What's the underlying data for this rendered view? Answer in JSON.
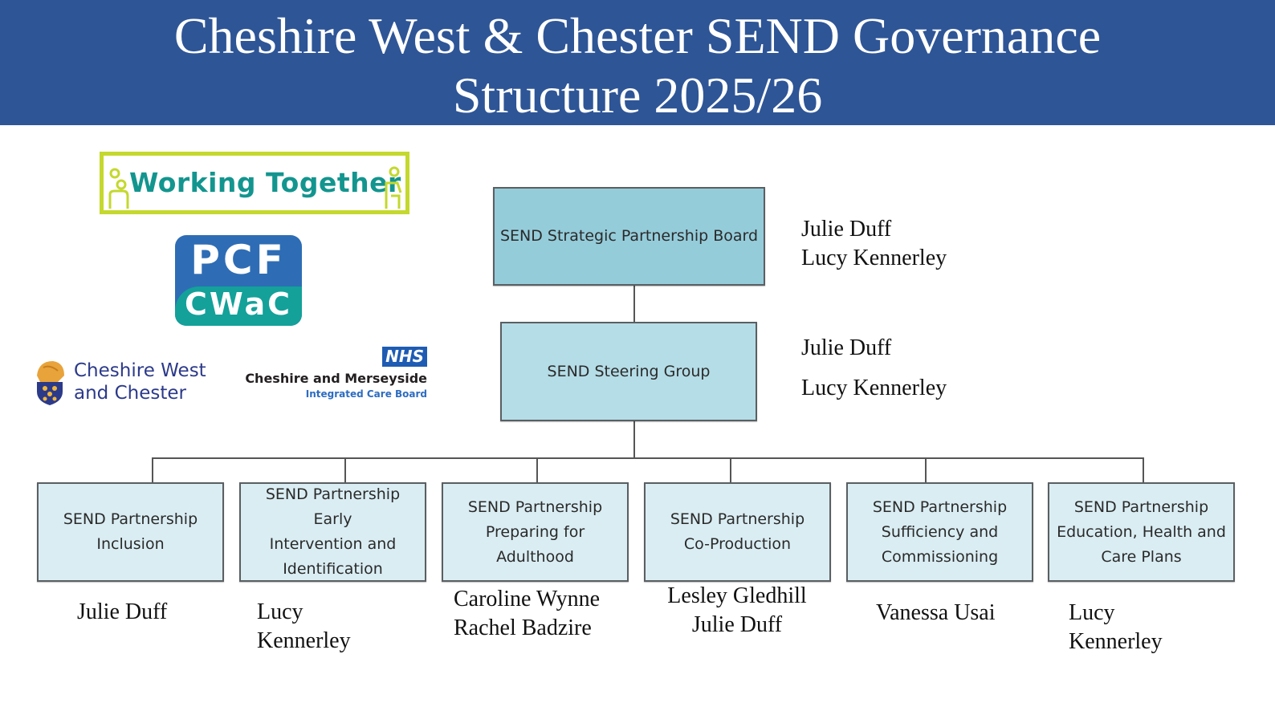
{
  "header": {
    "title_line1": "Cheshire West & Chester SEND Governance",
    "title_line2": "Structure 2025/26",
    "background_color": "#2e5596"
  },
  "logos": {
    "working_together": {
      "text": "Working Together",
      "border_color": "#c4d82e",
      "text_color": "#13958f"
    },
    "pcf": {
      "top": "PCF",
      "bottom": "CWaC"
    },
    "council": {
      "line1": "Cheshire West",
      "line2": "and Chester"
    },
    "nhs": {
      "badge": "NHS",
      "name": "Cheshire and Merseyside",
      "subtitle": "Integrated Care Board"
    }
  },
  "org_chart": {
    "board": {
      "label": "SEND Strategic Partnership Board",
      "leads": [
        "Julie Duff",
        "Lucy Kennerley"
      ]
    },
    "steering": {
      "label": "SEND Steering Group",
      "leads": [
        "Julie Duff",
        "Lucy Kennerley"
      ]
    },
    "partnerships": [
      {
        "label": "SEND Partnership Inclusion",
        "lines": [
          "SEND Partnership",
          "Inclusion"
        ],
        "leads": [
          "Julie Duff"
        ]
      },
      {
        "label": "SEND Partnership Early Intervention and Identification",
        "lines": [
          "SEND Partnership Early",
          "Intervention and",
          "Identification"
        ],
        "leads": [
          "Lucy",
          "Kennerley"
        ]
      },
      {
        "label": "SEND Partnership Preparing for Adulthood",
        "lines": [
          "SEND Partnership",
          "Preparing for",
          "Adulthood"
        ],
        "leads": [
          "Caroline Wynne",
          "Rachel Badzire"
        ]
      },
      {
        "label": "SEND Partnership Co-Production",
        "lines": [
          "SEND Partnership",
          "Co-Production"
        ],
        "leads": [
          "Lesley Gledhill",
          "Julie Duff"
        ]
      },
      {
        "label": "SEND Partnership Sufficiency and Commissioning",
        "lines": [
          "SEND Partnership",
          "Sufficiency and",
          "Commissioning"
        ],
        "leads": [
          "Vanessa Usai"
        ]
      },
      {
        "label": "SEND Partnership Education, Health and Care Plans",
        "lines": [
          "SEND Partnership",
          "Education, Health and",
          "Care Plans"
        ],
        "leads": [
          "Lucy",
          "Kennerley"
        ]
      }
    ]
  }
}
